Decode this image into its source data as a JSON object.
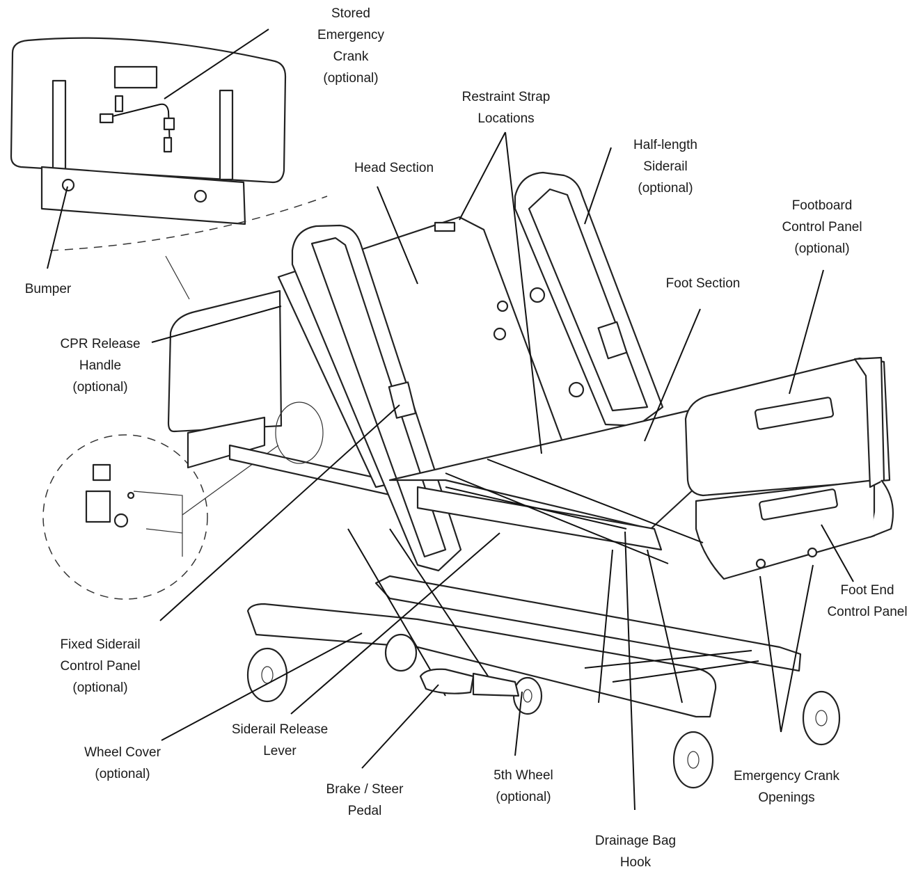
{
  "labels": {
    "stored_crank": [
      "Stored",
      "Emergency",
      "Crank",
      "(optional)"
    ],
    "restraint_strap": [
      "Restraint Strap",
      "Locations"
    ],
    "head_section": [
      "Head Section"
    ],
    "half_siderail": [
      "Half-length",
      "Siderail",
      "(optional)"
    ],
    "footboard_panel": [
      "Footboard",
      "Control Panel",
      "(optional)"
    ],
    "foot_section": [
      "Foot Section"
    ],
    "bumper": [
      "Bumper"
    ],
    "cpr_release": [
      "CPR Release",
      "Handle",
      "(optional)"
    ],
    "fixed_siderail_panel": [
      "Fixed Siderail",
      "Control Panel",
      "(optional)"
    ],
    "foot_end_panel": [
      "Foot End",
      "Control Panel"
    ],
    "wheel_cover": [
      "Wheel Cover",
      "(optional)"
    ],
    "siderail_release": [
      "Siderail Release",
      "Lever"
    ],
    "brake_pedal": [
      "Brake / Steer",
      "Pedal"
    ],
    "fifth_wheel": [
      "5th Wheel",
      "(optional)"
    ],
    "emergency_crank_openings": [
      "Emergency Crank",
      "Openings"
    ],
    "drainage_hook": [
      "Drainage Bag",
      "Hook"
    ]
  }
}
